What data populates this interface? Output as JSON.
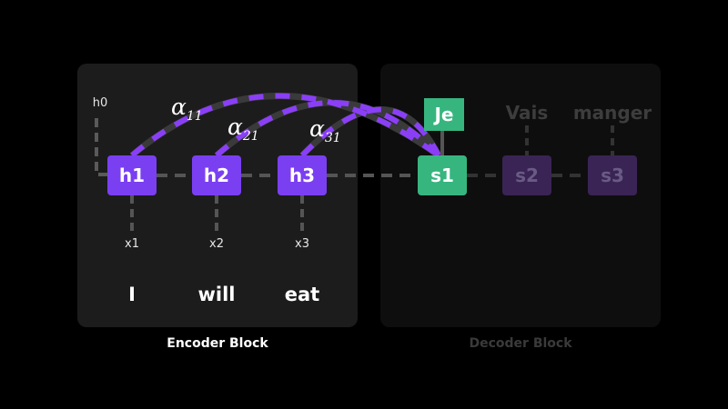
{
  "encoder": {
    "label": "Encoder Block",
    "initial_state": "h0",
    "hidden_states": [
      "h1",
      "h2",
      "h3"
    ],
    "inputs": [
      "x1",
      "x2",
      "x3"
    ],
    "words": [
      "I",
      "will",
      "eat"
    ]
  },
  "decoder": {
    "label": "Decoder Block",
    "states": [
      "s1",
      "s2",
      "s3"
    ],
    "outputs": [
      "Je",
      "Vais",
      "manger"
    ]
  },
  "attention": {
    "symbol": "α",
    "weights": [
      {
        "symbol": "α",
        "index": "11"
      },
      {
        "symbol": "α",
        "index": "21"
      },
      {
        "symbol": "α",
        "index": "31"
      }
    ]
  },
  "colors": {
    "background": "#000000",
    "encoder_panel": "#1c1c1c",
    "decoder_panel": "#0e0e0e",
    "encoder_node": "#7b3ff2",
    "decoder_active": "#37b57f",
    "decoder_dim": "#3a2455",
    "attention_dash": "#8a3ff7",
    "connector": "#555555"
  }
}
